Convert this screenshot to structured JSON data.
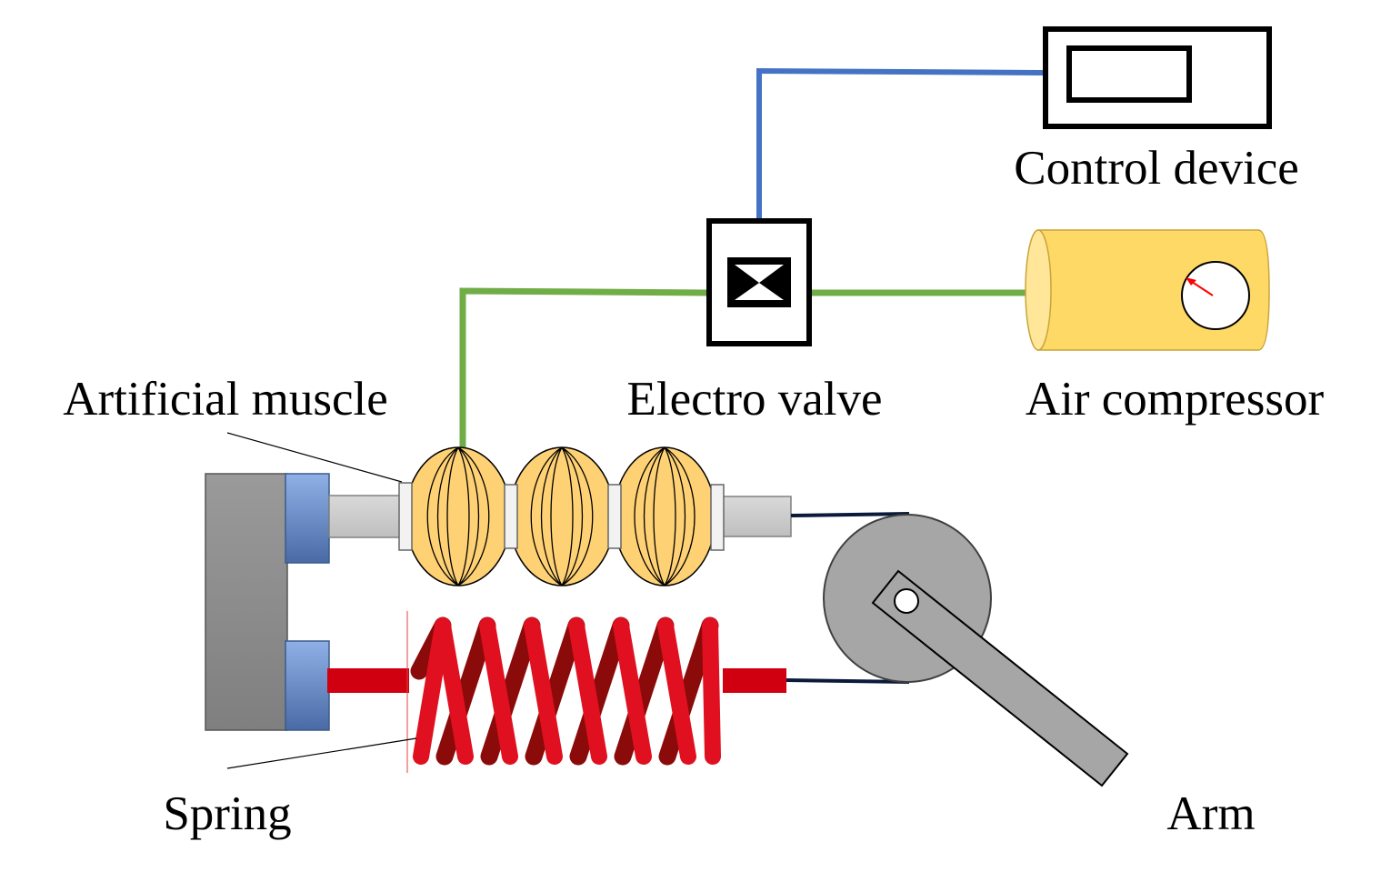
{
  "labels": {
    "control_device": "Control device",
    "air_compressor": "Air compressor",
    "electro_valve": "Electro valve",
    "artificial_muscle": "Artificial muscle",
    "spring": "Spring",
    "arm": "Arm"
  },
  "colors": {
    "signal_line": "#4472C4",
    "air_line": "#70AD47",
    "compressor_body": "#FFD966",
    "muscle_body": "#FFD175",
    "spring_red": "#E01020",
    "spring_dark": "#8B0A0A",
    "rod_red": "#D00010",
    "frame_gray": "#8C8C8C",
    "mount_blue": "#7F9FD6",
    "pulley_gray": "#A6A6A6"
  }
}
